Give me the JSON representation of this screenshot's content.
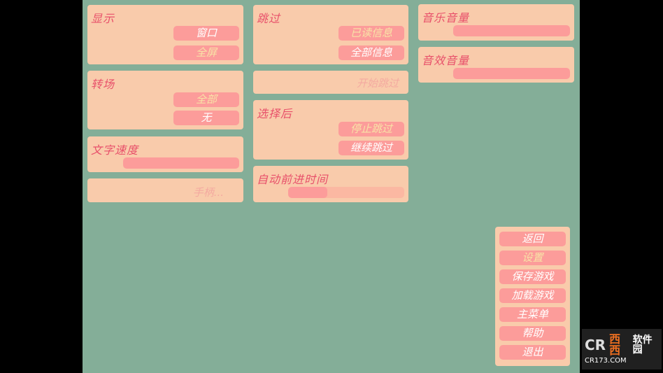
{
  "display": {
    "title": "显示",
    "options": [
      "窗口",
      "全屏"
    ],
    "selected": 1
  },
  "transition": {
    "title": "转场",
    "options": [
      "全部",
      "无"
    ],
    "selected": 0
  },
  "text_speed": {
    "title": "文字速度",
    "value": 1.0
  },
  "gamepad": {
    "label": "手柄..."
  },
  "skip": {
    "title": "跳过",
    "options": [
      "已读信息",
      "全部信息"
    ],
    "selected": 0
  },
  "begin_skip": {
    "label": "开始跳过"
  },
  "after_choices": {
    "title": "选择后",
    "options": [
      "停止跳过",
      "继续跳过"
    ],
    "selected": 0
  },
  "auto_forward": {
    "title": "自动前进时间",
    "value": 0.34
  },
  "music_volume": {
    "title": "音乐音量",
    "value": 1.0
  },
  "sound_volume": {
    "title": "音效音量",
    "value": 1.0
  },
  "menu": {
    "items": [
      "返回",
      "设置",
      "保存游戏",
      "加载游戏",
      "主菜单",
      "帮助",
      "退出"
    ],
    "selected": 1
  },
  "watermark": {
    "logo": "CR",
    "brand": "西西",
    "site_name": "软件园",
    "site_url": "CR173.COM"
  }
}
